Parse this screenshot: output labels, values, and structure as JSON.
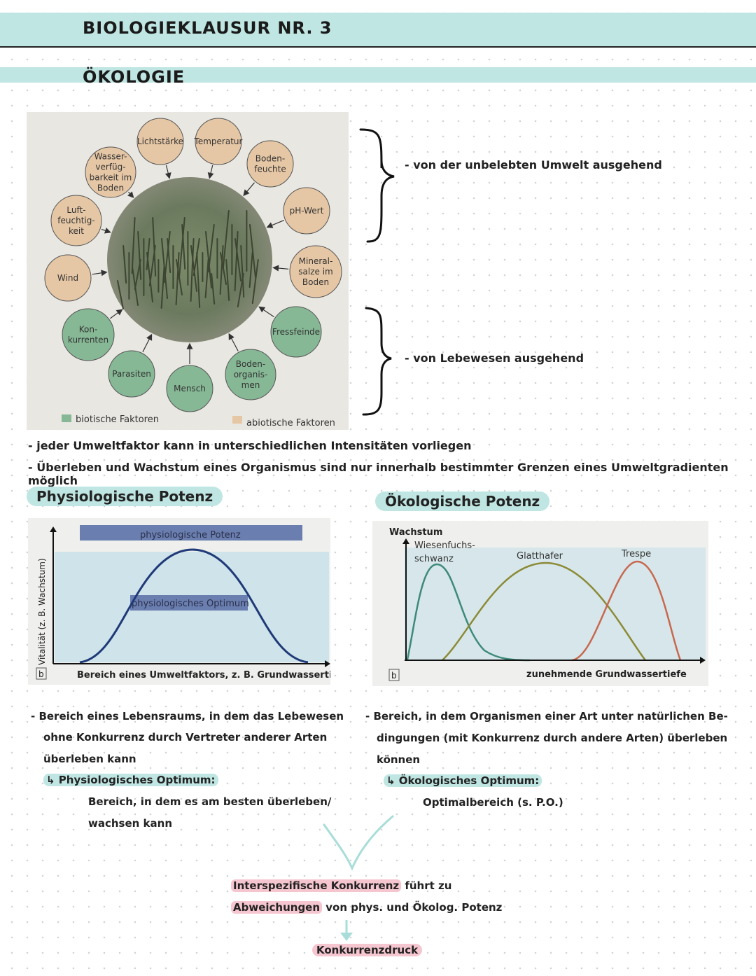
{
  "header": {
    "title": "BIOLOGIEKLAUSUR NR. 3",
    "subtitle": "ÖKOLOGIE"
  },
  "factors_diagram": {
    "abiotic": [
      "Lichtstärke",
      "Temperatur",
      "Boden-|feuchte",
      "pH-Wert",
      "Mineral-|salze im|Boden",
      "Wind",
      "Luft-|feuchtig-|keit",
      "Wasser-|verfüg-|barkeit im|Boden"
    ],
    "biotic": [
      "Fressfeinde",
      "Boden-|organis-|men",
      "Mensch",
      "Parasiten",
      "Kon-|kurrenten"
    ],
    "legend_biotic": "biotische Faktoren",
    "legend_abiotic": "abiotische Faktoren",
    "colors": {
      "abiotic": "#e6c7a5",
      "biotic": "#86b895"
    }
  },
  "notes_top": {
    "abiotic_note": "- von der unbelebten Umwelt ausgehend",
    "biotic_note": "- von Lebewesen ausgehend",
    "line1": "- jeder Umweltfaktor kann in unterschiedlichen Intensitäten vorliegen",
    "line2": "- Überleben und Wachstum eines Organismus sind nur innerhalb bestimmter Grenzen eines Umweltgradienten möglich"
  },
  "physio": {
    "heading": "Physiologische Potenz",
    "bar_label": "physiologische Potenz",
    "optimum_label": "physiologisches Optimum",
    "ylabel": "Vitalität (z. B. Wachstum)",
    "xlabel": "Bereich eines Umweltfaktors, z. B. Grundwassertiefe",
    "panel": "b",
    "text1": "- Bereich eines Lebensraums, in dem das Lebewesen",
    "text2": "ohne Konkurrenz durch Vertreter anderer Arten",
    "text3": "überleben kann",
    "sub_head": "↳ Physiologisches Optimum:",
    "sub1": "Bereich, in dem es am besten überleben/",
    "sub2": "wachsen kann"
  },
  "oeko": {
    "heading": "Ökologische Potenz",
    "ylabel": "Wachstum",
    "xlabel": "zunehmende Grundwassertiefe",
    "panel": "b",
    "series": [
      {
        "label1": "Wiesenfuchs-",
        "label2": "schwanz",
        "color": "#3e8a7a"
      },
      {
        "label1": "Glatthafer",
        "label2": "",
        "color": "#8c8a35"
      },
      {
        "label1": "Trespe",
        "label2": "",
        "color": "#c8684e"
      }
    ],
    "text1": "- Bereich, in dem Organismen einer Art unter natürlichen Be-",
    "text2": "dingungen (mit Konkurrenz durch andere Arten) überleben",
    "text3": "können",
    "sub_head": "↳ Ökologisches Optimum:",
    "sub1": "Optimalbereich (s. P.O.)"
  },
  "conclusion": {
    "line1_a": "Interspezifische Konkurrenz",
    "line1_b": " führt zu",
    "line2_a": "Abweichungen",
    "line2_b": " von phys. und Ökolog. Potenz",
    "result": "Konkurrenzdruck"
  }
}
